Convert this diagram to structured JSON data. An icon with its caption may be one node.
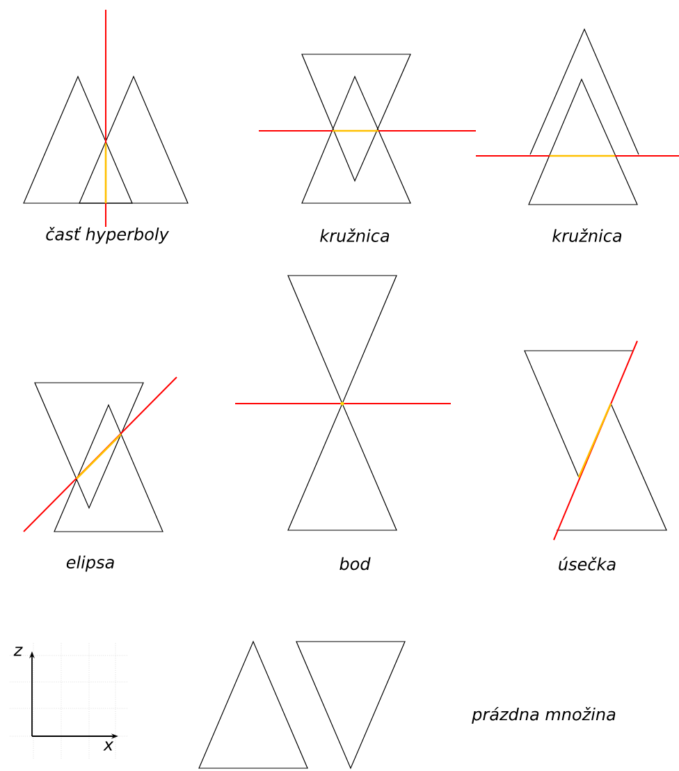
{
  "diagram": {
    "labels": [
      "časť hyperboly",
      "kružnica",
      "kružnica",
      "elipsa",
      "bod",
      "úsečka",
      "z",
      "x",
      "prázdna množina"
    ]
  }
}
